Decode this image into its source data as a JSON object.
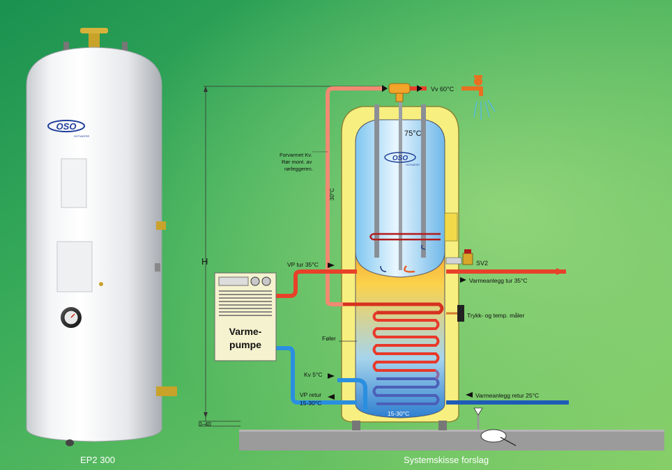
{
  "brand": {
    "logo_text": "OSO",
    "logo_subtext": "HOTWATER"
  },
  "captions": {
    "product": "EP2 300",
    "system": "Systemskisse forslag"
  },
  "dimensions": {
    "height_label": "H",
    "base_label": "0–40"
  },
  "labels": {
    "hot_water_out": "Vv 60°C",
    "tank_temp": "75°C",
    "preheated_note_1": "Forvarmet Kv.",
    "preheated_note_2": "Rør mont. av",
    "preheated_note_3": "rørleggeren.",
    "pipe_temp": "30°C",
    "vp_flow": "VP tur 35°C",
    "safety_valve": "SV2",
    "heating_flow": "Varmeanlegg tur 35°C",
    "pressure_gauge": "Trykk- og temp. måler",
    "sensor": "Føler",
    "cold_water": "Kv 5°C",
    "vp_return_1": "VP retur",
    "vp_return_2": "15-30°C",
    "bottom_temp": "15-30°C",
    "heating_return": "Varmeanlegg retur 25°C"
  },
  "heat_pump": {
    "line1": "Varme-",
    "line2": "pumpe"
  },
  "colors": {
    "background_top": "#1f9a55",
    "background_bottom": "#7fcc60",
    "hot_pipe": "#e8412a",
    "preheat_pipe": "#f08a72",
    "cold_pipe": "#2a8fe0",
    "return_pipe": "#1e5cb8",
    "jacket": "#f7ef80",
    "floor": "#9b9b9b"
  }
}
